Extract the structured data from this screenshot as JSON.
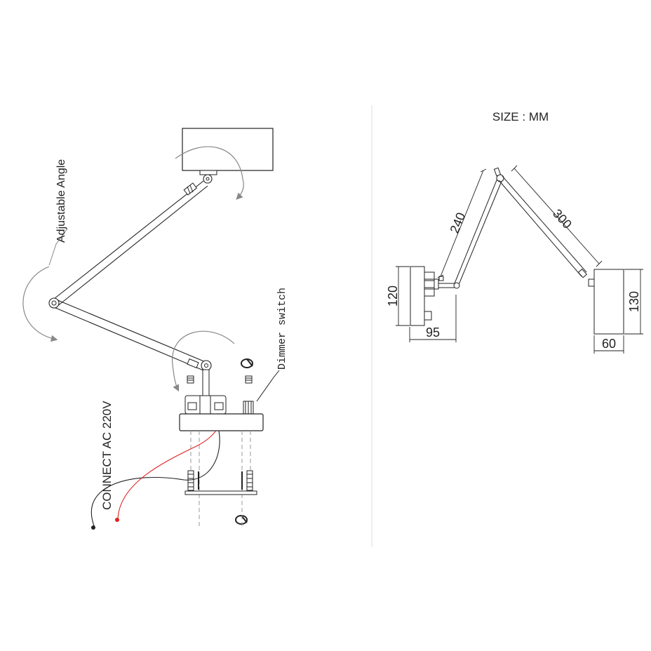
{
  "labels": {
    "adjustable_angle": "Adjustable Angle",
    "dimmer_switch": "Dimmer switch",
    "connect_ac": "CONNECT AC 220V",
    "size_units": "SIZE : MM"
  },
  "dimensions": {
    "upper_arm": "240",
    "lower_arm": "300",
    "base_height": "120",
    "base_depth": "95",
    "head_height": "130",
    "head_width": "60"
  },
  "colors": {
    "line": "#222222",
    "arrow": "#888888",
    "live_wire": "#e02020",
    "guide": "#999999"
  }
}
